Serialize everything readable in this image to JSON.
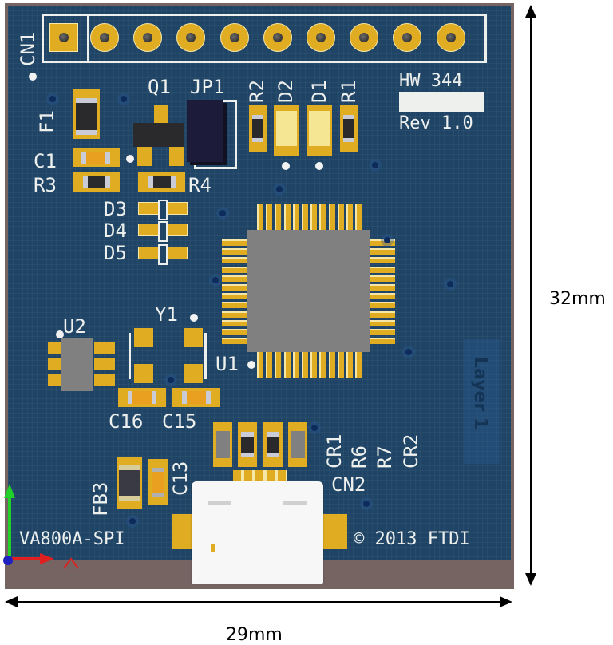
{
  "board": {
    "labels": {
      "cn1": "CN1",
      "q1": "Q1",
      "jp1": "JP1",
      "r2": "R2",
      "d2": "D2",
      "d1": "D1",
      "r1": "R1",
      "f1": "F1",
      "c1": "C1",
      "r3": "R3",
      "r4": "R4",
      "d3": "D3",
      "d4": "D4",
      "d5": "D5",
      "u2": "U2",
      "y1": "Y1",
      "u1": "U1",
      "c16": "C16",
      "c15": "C15",
      "cr1": "CR1",
      "r6": "R6",
      "r7": "R7",
      "cr2": "CR2",
      "cn2": "CN2",
      "fb3": "FB3",
      "c13": "C13"
    },
    "hw_label": "HW 344",
    "rev_label": "Rev 1.0",
    "product_name": "VA800A-SPI",
    "copyright": "© 2013 FTDI",
    "layer_label": "Layer 1",
    "cn1_pin_count": 10
  },
  "dimensions": {
    "height_label": "32mm",
    "width_label": "29mm"
  },
  "colors": {
    "pcb": "#1f4466",
    "pad": "#e0ad22",
    "silkscreen": "#eef0ee",
    "frame": "#756462"
  }
}
